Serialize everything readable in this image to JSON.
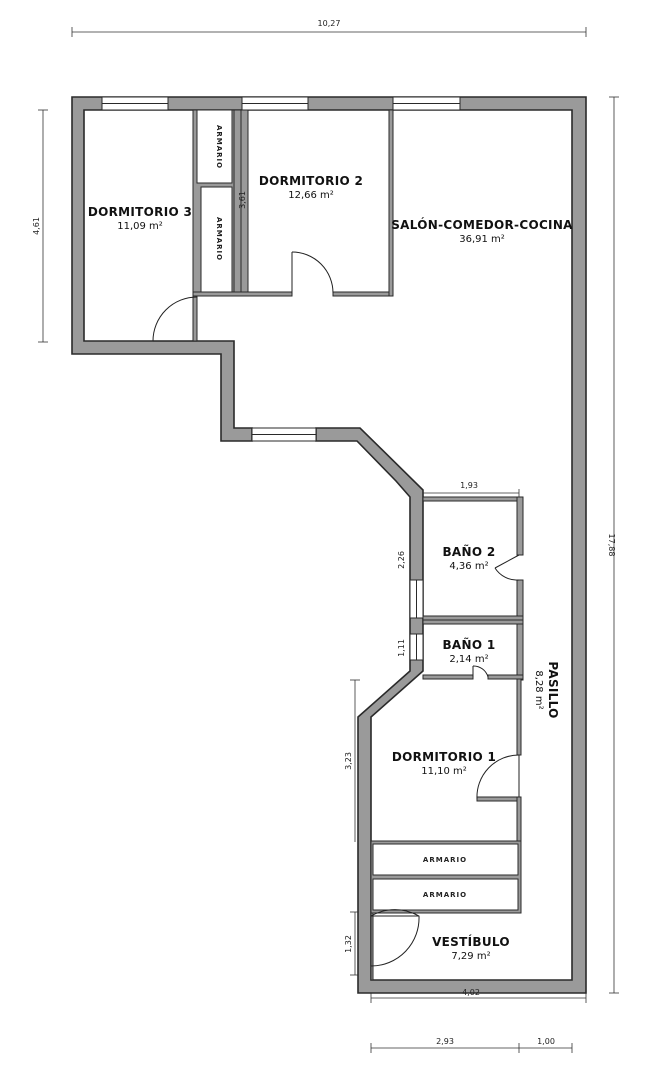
{
  "rooms": {
    "dormitorio3": {
      "name": "DORMITORIO 3",
      "area": "11,09 m²"
    },
    "dormitorio2": {
      "name": "DORMITORIO 2",
      "area": "12,66 m²"
    },
    "salon": {
      "name": "SALÓN-COMEDOR-COCINA",
      "area": "36,91 m²"
    },
    "bano2": {
      "name": "BAÑO 2",
      "area": "4,36 m²"
    },
    "bano1": {
      "name": "BAÑO 1",
      "area": "2,14 m²"
    },
    "pasillo": {
      "name": "PASILLO",
      "area": "8,28 m²"
    },
    "dormitorio1": {
      "name": "DORMITORIO 1",
      "area": "11,10 m²"
    },
    "vestibulo": {
      "name": "VESTÍBULO",
      "area": "7,29 m²"
    }
  },
  "closets": {
    "armario_a": "ARMARIO",
    "armario_b": "ARMARIO",
    "armario_c": "ARMARIO",
    "armario_d": "ARMARIO"
  },
  "dimensions": {
    "top_width": "10,27",
    "left_height": "4,61",
    "right_height": "17,88",
    "dorm2_wall": "3,61",
    "bano_width": "1,93",
    "bano2_height": "2,26",
    "bano1_height": "1,11",
    "dorm1_height": "3,23",
    "vestibulo_height": "1,32",
    "bottom_total": "4,02",
    "bottom_left": "2,93",
    "bottom_right": "1,00"
  }
}
